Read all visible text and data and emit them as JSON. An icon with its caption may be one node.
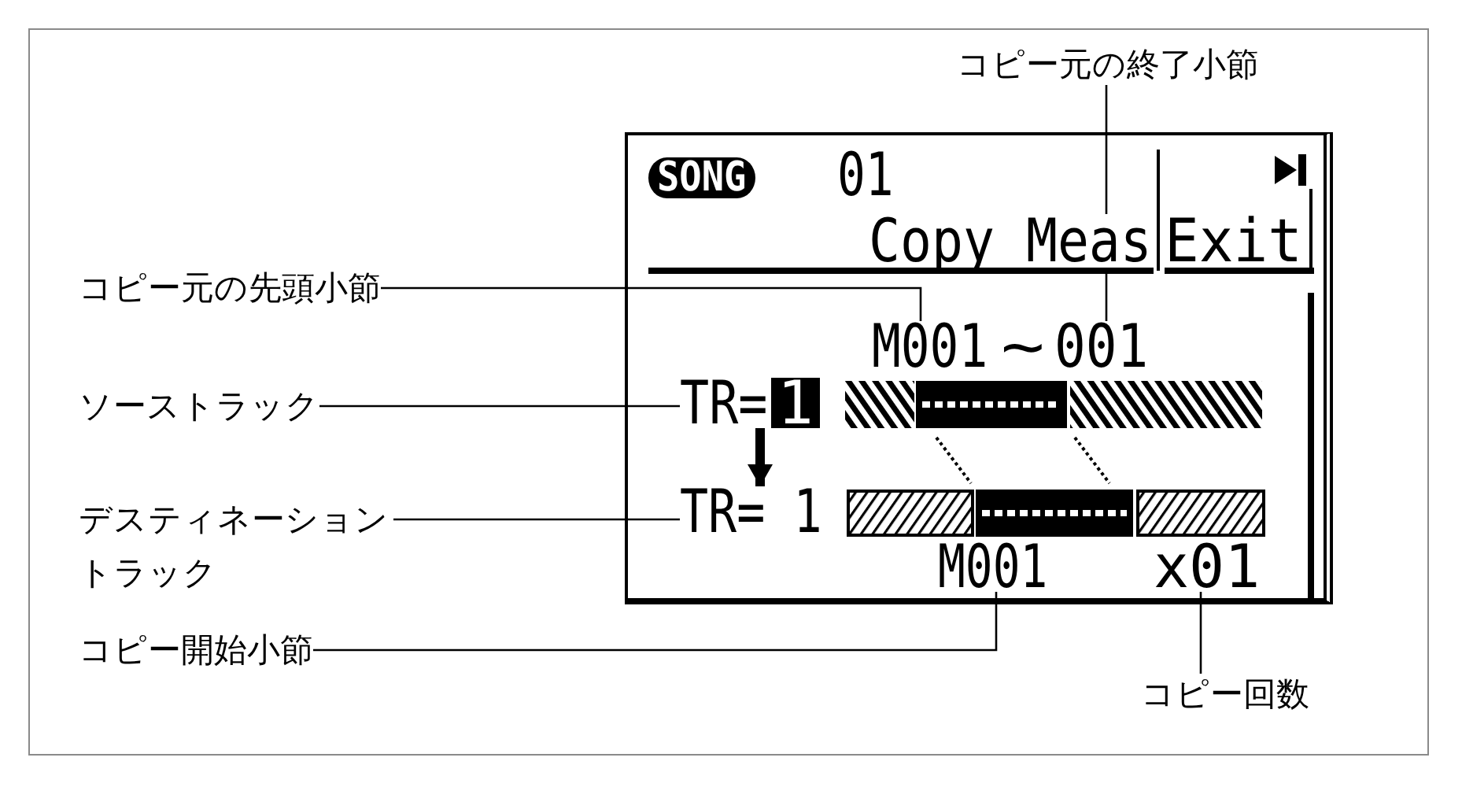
{
  "diagram": {
    "nodes": [
      {
        "text": [
          "コピー元の終了小節"
        ]
      },
      {
        "text": [
          "コピー元の先頭小節"
        ]
      },
      {
        "text": [
          "ソーストラック"
        ]
      },
      {
        "text": [
          "デスティネーショントラック"
        ]
      },
      {
        "text": [
          "コピー開始小節"
        ]
      },
      {
        "text": [
          "コピー回数"
        ]
      },
      {
        "text": [],
        "shape": "box"
      },
      {
        "text": [
          "SONG"
        ],
        "in": 6
      },
      {
        "text": [
          "M001"
        ],
        "in": 6
      },
      {
        "text": [
          "001"
        ],
        "in": 6
      },
      {
        "text": [
          "TR="
        ],
        "in": 6
      },
      {
        "text": [
          "1"
        ],
        "in": 6
      },
      {
        "text": [
          "TR= 1"
        ],
        "in": 6
      },
      {
        "text": [
          "M001"
        ],
        "in": 6
      },
      {
        "text": [
          "x01"
        ],
        "in": 6
      }
    ],
    "edges": [
      {
        "from": 1,
        "to": 8,
        "arrow": "none"
      },
      {
        "from": 0,
        "to": 9,
        "arrow": "none"
      },
      {
        "from": 2,
        "to": 10,
        "arrow": "none"
      },
      {
        "from": 3,
        "to": 12,
        "arrow": "none"
      },
      {
        "from": 4,
        "to": 13,
        "arrow": "none"
      },
      {
        "from": 5,
        "to": 14,
        "arrow": "none"
      },
      {
        "from": 10,
        "to": 12,
        "arrow": "to",
        "style": "thick"
      }
    ],
    "labels": [
      "01",
      "Copy Meas",
      "Exit",
      "~"
    ]
  }
}
